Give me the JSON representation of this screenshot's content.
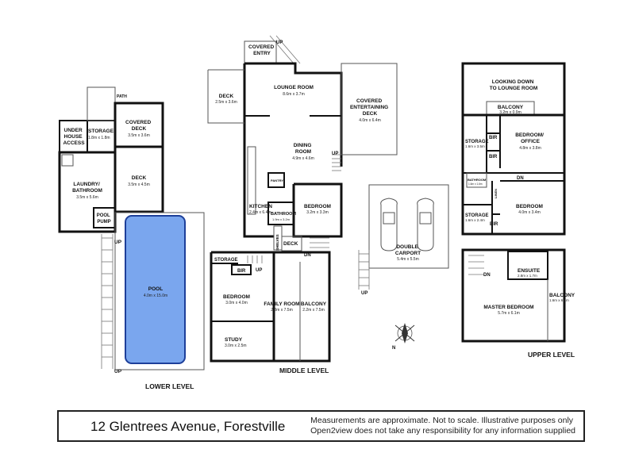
{
  "levels": {
    "lower": "LOWER LEVEL",
    "middle": "MIDDLE LEVEL",
    "upper": "UPPER LEVEL"
  },
  "rooms": {
    "path": "PATH",
    "under_house_access": [
      "UNDER",
      "HOUSE",
      "ACCESS"
    ],
    "storage_lower": "STORAGE",
    "storage_lower_dim": "1.8m x 1.8m",
    "covered_deck": [
      "COVERED",
      "DECK"
    ],
    "covered_deck_dim": "3.5m x 3.6m",
    "deck_lower": "DECK",
    "deck_lower_dim": "3.5m x 4.5m",
    "laundry": [
      "LAUNDRY/",
      "BATHROOM"
    ],
    "laundry_dim": "3.5m x 5.6m",
    "pool_pump": [
      "POOL",
      "PUMP"
    ],
    "pool": "POOL",
    "pool_dim": "4.0m x 15.0m",
    "up_lower_1": "UP",
    "up_lower_2": "UP",
    "covered_entry": [
      "COVERED",
      "ENTRY"
    ],
    "up_entry": "UP",
    "deck_middle": "DECK",
    "deck_middle_dim": "2.5m x 3.6m",
    "lounge": "LOUNGE ROOM",
    "lounge_dim": "8.6m x 3.7m",
    "covered_entertaining": [
      "COVERED",
      "ENTERTAINING",
      "DECK"
    ],
    "covered_entertaining_dim": "4.0m x 6.4m",
    "dining": [
      "DINING",
      "ROOM"
    ],
    "dining_dim": "4.9m x 4.6m",
    "up_dining": "UP",
    "pantry": "PANTRY",
    "kitchen": "KITCHEN",
    "kitchen_dim": "2.4m x 6.4m",
    "bathroom_middle": "BATHROOM",
    "bathroom_middle_dim": "1.9m x 3.2m",
    "bedroom_middle": "BEDROOM",
    "bedroom_middle_dim": "3.2m x 3.3m",
    "shelves": "SHELVES",
    "deck_small": "DECK",
    "dn_middle": "DN",
    "up_middle": "UP",
    "storage_middle": "STORAGE",
    "bir_middle": "BIR",
    "bedroom_middle2": "BEDROOM",
    "bedroom_middle2_dim": "3.0m x 4.0m",
    "family": "FAMILY ROOM",
    "family_dim": "2.8m x 7.5m",
    "balcony_middle": "BALCONY",
    "balcony_middle_dim": "2.2m x 7.5m",
    "study": "STUDY",
    "study_dim": "3.0m x 2.5m",
    "carport": [
      "DOUBLE",
      "CARPORT"
    ],
    "carport_dim": "5.4m x 5.5m",
    "up_carport": "UP",
    "looking_down": [
      "LOOKING DOWN",
      "TO LOUNGE ROOM"
    ],
    "balcony_upper": "BALCONY",
    "balcony_upper_dim": "3.2m x 0.9m",
    "storage_upper1": "STORAGE",
    "storage_upper1_dim": "1.6m x 3.5m",
    "bir_upper1": "BIR",
    "bir_upper2": "BIR",
    "bedroom_office": [
      "BEDROOM/",
      "OFFICE"
    ],
    "bedroom_office_dim": "4.8m x 3.8m",
    "dn_upper": "DN",
    "bathroom_upper": "BATHROOM",
    "bathroom_upper_dim": "1.6m x 1.6m",
    "linen": "LINEN",
    "bedroom_upper": "BEDROOM",
    "bedroom_upper_dim": "4.0m x 3.4m",
    "storage_upper2": "STORAGE",
    "storage_upper2_dim": "1.6m x 2.4m",
    "bir_upper3": "BIR",
    "dn_master": "DN",
    "ensuite": "ENSUITE",
    "ensuite_dim": "2.8m x 1.7m",
    "balcony_master": "BALCONY",
    "balcony_master_dim": "1.6m x 6.1m",
    "master": "MASTER BEDROOM",
    "master_dim": "5.7m x 6.1m",
    "compass_n": "N"
  },
  "footer": {
    "address": "12 Glentrees Avenue, Forestville",
    "disclaimer_line1": "Measurements are approximate. Not to scale. Illustrative purposes only",
    "disclaimer_line2": "Open2view does not take any responsibility for any information supplied"
  },
  "colors": {
    "wall": "#111111",
    "pool_fill": "#7aa6ee",
    "pool_edge": "#1d3f9a",
    "background": "#ffffff"
  }
}
